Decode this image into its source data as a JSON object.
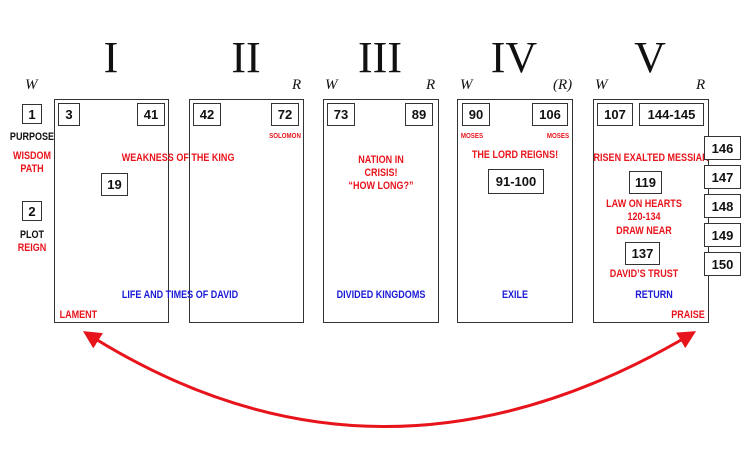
{
  "books": [
    {
      "numeral": "I",
      "w": "W",
      "r": "",
      "start": "3",
      "end": "41"
    },
    {
      "numeral": "II",
      "w": "",
      "r": "R",
      "start": "42",
      "end": "72"
    },
    {
      "numeral": "III",
      "w": "W",
      "r": "R",
      "start": "73",
      "end": "89"
    },
    {
      "numeral": "IV",
      "w": "W",
      "r": "(R)",
      "start": "90",
      "end": "106"
    },
    {
      "numeral": "V",
      "w": "W",
      "r": "R",
      "start": "107",
      "end": "144-145"
    }
  ],
  "intro": {
    "psalm1": "1",
    "purpose": "PURPOSE",
    "wisdom": "WISDOM",
    "path": "PATH",
    "psalm2": "2",
    "plot": "PLOT",
    "reign": "REIGN"
  },
  "labels": {
    "solomon": "SOLOMON",
    "weakness": "WEAKNESS OF THE KING",
    "psalm19": "19",
    "life_david": "LIFE AND TIMES OF DAVID",
    "lament": "LAMENT",
    "nation1": "NATION IN",
    "nation2": "CRISIS!",
    "nation3": "“HOW LONG?”",
    "divided": "DIVIDED KINGDOMS",
    "moses_left": "MOSES",
    "moses_right": "MOSES",
    "lord_reigns": "THE LORD REIGNS!",
    "range_91_100": "91-100",
    "exile": "EXILE",
    "risen": "RISEN EXALTED MESSIAH",
    "psalm119": "119",
    "law1": "LAW ON HEARTS",
    "law2": "120-134",
    "law3": "DRAW NEAR",
    "psalm137": "137",
    "davids_trust": "DAVID’S TRUST",
    "return": "RETURN",
    "praise": "PRAISE"
  },
  "doxology": [
    "146",
    "147",
    "148",
    "149",
    "150"
  ],
  "colors": {
    "red": "#e8141c",
    "blue": "#1a1ad6",
    "border": "#333333"
  }
}
